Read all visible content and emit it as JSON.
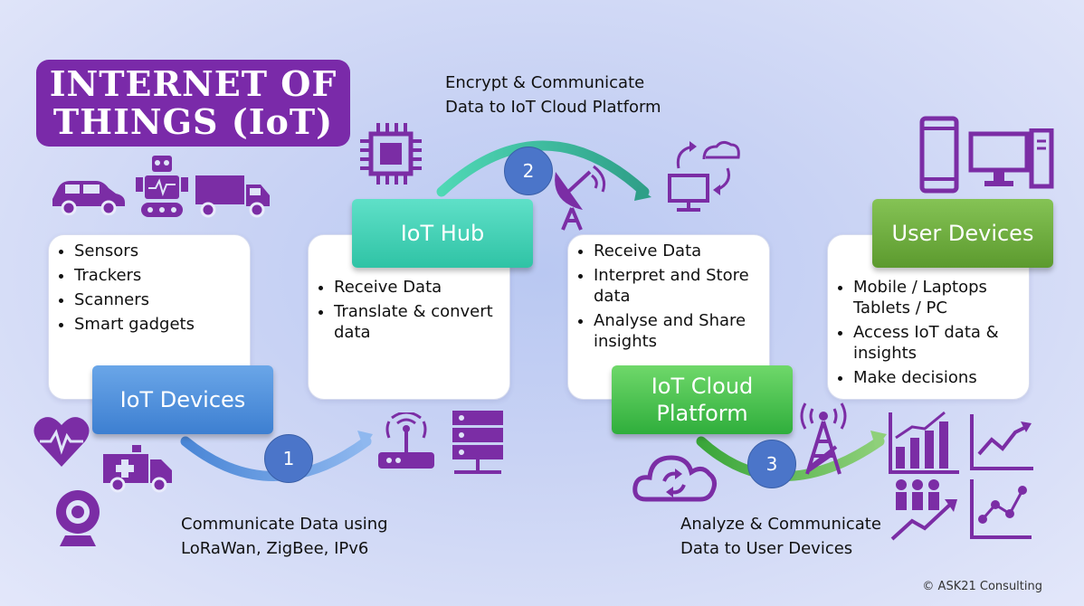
{
  "title": {
    "line1": "INTERNET OF",
    "line2": "THINGS (IoT)"
  },
  "nodes": {
    "devices": {
      "label": "IoT Devices",
      "items": [
        "Sensors",
        "Trackers",
        "Scanners",
        "Smart gadgets"
      ]
    },
    "hub": {
      "label": "IoT Hub",
      "items": [
        "Receive Data",
        "Translate & convert data"
      ]
    },
    "cloud": {
      "label_line1": "IoT Cloud",
      "label_line2": "Platform",
      "items": [
        "Receive Data",
        "Interpret and Store data",
        "Analyse and Share insights"
      ]
    },
    "user": {
      "label": "User Devices",
      "items": [
        "Mobile / Laptops Tablets / PC",
        "Access IoT data & insights",
        "Make decisions"
      ]
    }
  },
  "steps": {
    "s1": {
      "number": "1",
      "line1": "Communicate Data using",
      "line2": "LoRaWan, ZigBee, IPv6"
    },
    "s2": {
      "number": "2",
      "line1": "Encrypt & Communicate",
      "line2": "Data to IoT Cloud Platform"
    },
    "s3": {
      "number": "3",
      "line1": "Analyze & Communicate",
      "line2": "Data to User Devices"
    }
  },
  "copyright": "© ASK21 Consulting",
  "colors": {
    "purple": "#7a2aa9",
    "blue": "#3d7fd1",
    "teal": "#2fc3a5",
    "green": "#2fae3c",
    "olive": "#5c9a2e",
    "badge": "#4b75c9"
  },
  "icons": [
    "car-icon",
    "robot-icon",
    "truck-icon",
    "heart-pulse-icon",
    "ambulance-icon",
    "webcam-icon",
    "chip-icon",
    "router-icon",
    "server-icon",
    "satellite-dish-icon",
    "computer-cloud-sync-icon",
    "cloud-sync-icon",
    "radio-tower-icon",
    "phone-icon",
    "desktop-icon",
    "bar-chart-icon",
    "line-chart-icon",
    "people-chart-icon",
    "scatter-chart-icon"
  ]
}
